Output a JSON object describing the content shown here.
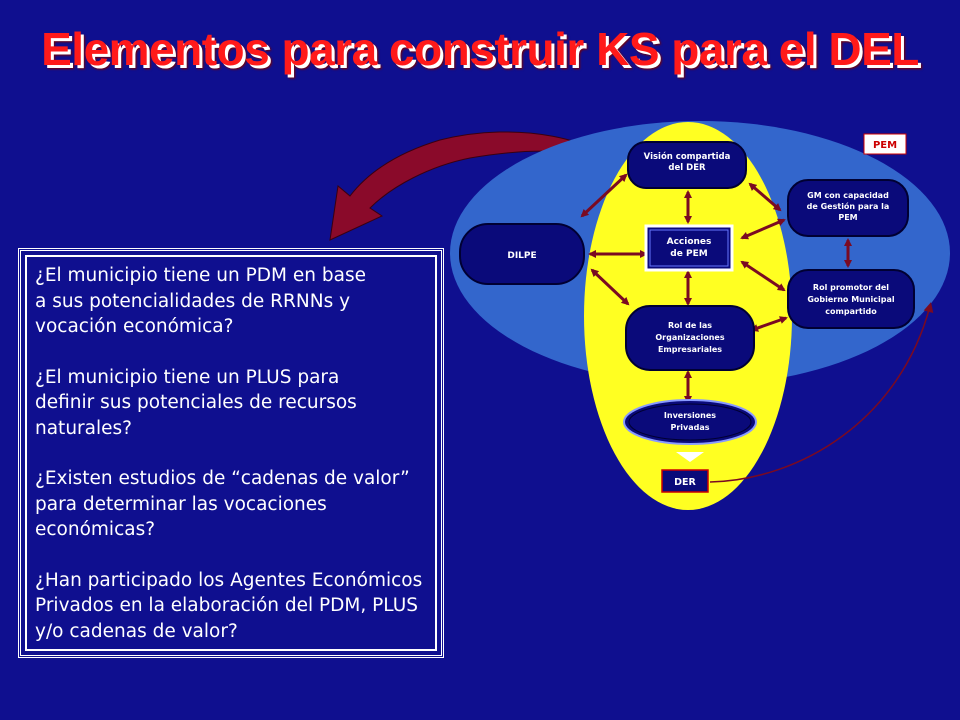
{
  "title": "Elementos para construir KS para el DEL",
  "diagram": {
    "center_label_line1": "Acciones",
    "center_label_line2": "de PEM",
    "pem_label": "PEM",
    "der_label": "DER",
    "dilpe_label": "DILPE",
    "vision_line1": "Visión compartida",
    "vision_line2": "del DER",
    "gm_line1": "GM con capacidad",
    "gm_line2": "de Gestión para la",
    "gm_line3": "PEM",
    "rol_gm_line1": "Rol promotor del",
    "rol_gm_line2": "Gobierno Municipal",
    "rol_gm_line3": "compartido",
    "rol_org_line1": "Rol de las",
    "rol_org_line2": "Organizaciones",
    "rol_org_line3": "Empresariales",
    "inv_line1": "Inversiones",
    "inv_line2": "Privadas"
  },
  "questions": [
    "¿El municipio tiene un PDM en base\na sus potencialidades de RRNNs y\nvocación económica?",
    "¿El municipio tiene un PLUS para\ndefinir sus potenciales de recursos\nnaturales?",
    "¿Existen estudios de “cadenas de valor”\npara determinar las vocaciones\n económicas?",
    "¿Han participado los Agentes Económicos\nPrivados en la elaboración del PDM, PLUS\ny/o cadenas de valor?"
  ],
  "colors": {
    "background": "#0f0f8f",
    "outer_ellipse": "#3366cc",
    "inner_ellipse": "#ffff22",
    "node_fill": "#0a0a7a",
    "arrow": "#7a0a22"
  }
}
